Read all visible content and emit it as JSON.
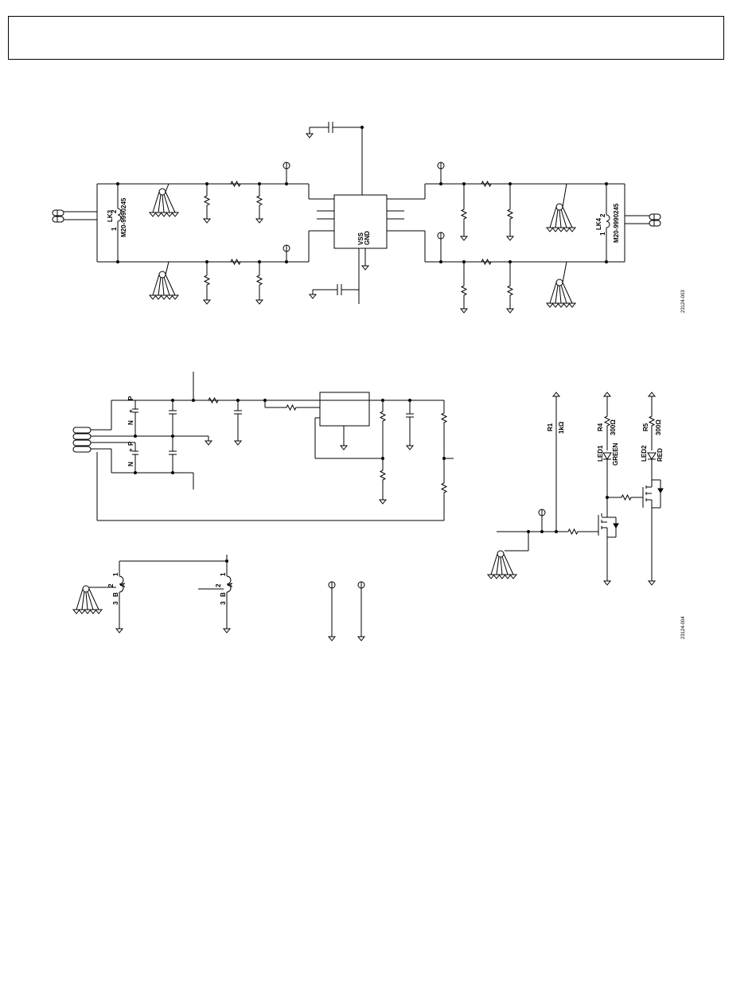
{
  "header": {
    "title": ""
  },
  "figure1": {
    "id": "23124-003",
    "lk3": {
      "ref": "LK3",
      "part": "M20-9990245",
      "pin1": "1",
      "pin2": "2"
    },
    "lk4": {
      "ref": "LK4",
      "part": "M20-9990245",
      "pin1": "1",
      "pin2": "2"
    },
    "ic": {
      "vss": "VSS",
      "gnd": "GND"
    }
  },
  "figure2": {
    "id": "23124-004",
    "r1": {
      "ref": "R1",
      "value": "1kΩ"
    },
    "r4": {
      "ref": "R4",
      "value": "300Ω"
    },
    "r5": {
      "ref": "R5",
      "value": "300Ω"
    },
    "led1": {
      "ref": "LED1",
      "color": "GREEN"
    },
    "led2": {
      "ref": "LED2",
      "color": "RED"
    },
    "battery_pins": {
      "p": "P",
      "n": "N",
      "plus": "+"
    },
    "switch": {
      "a": "A",
      "b": "B",
      "pin1": "1",
      "pin2": "2",
      "pin3": "3"
    }
  }
}
